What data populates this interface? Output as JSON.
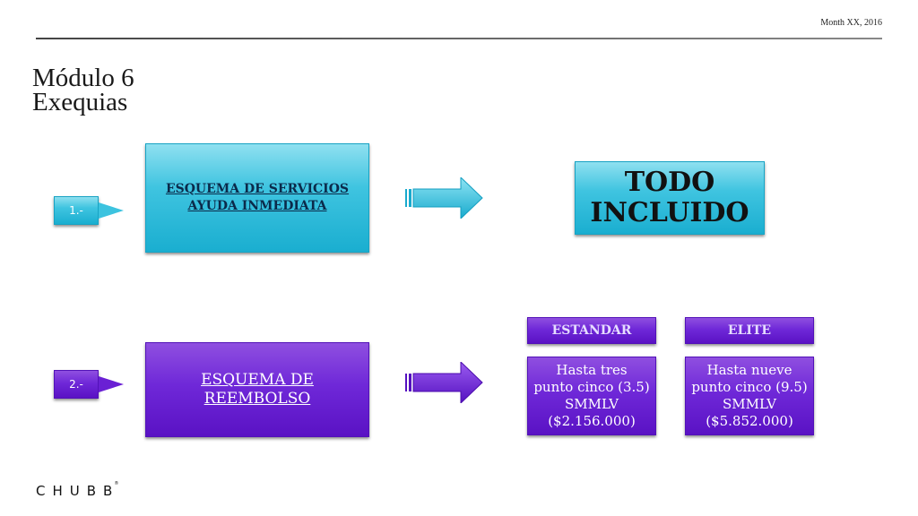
{
  "header": {
    "date": "Month XX, 2016"
  },
  "title": {
    "line1": "Módulo 6",
    "line2": "Exequias"
  },
  "rows": [
    {
      "number": "1.-",
      "scheme": "ESQUEMA DE SERVICIOS\nAYUDA INMEDIATA",
      "result": "TODO\nINCLUIDO",
      "color": "#2fbcdc"
    },
    {
      "number": "2.-",
      "scheme": "ESQUEMA DE \nREEMBOLSO",
      "color": "#6a20d4"
    }
  ],
  "plans": [
    {
      "label": "ESTANDAR",
      "value": "Hasta tres\npunto cinco (3.5)\nSMMLV\n($2.156.000)"
    },
    {
      "label": "ELITE",
      "value": "Hasta nueve\npunto cinco (9.5)\nSMMLV\n($5.852.000)"
    }
  ],
  "brand": {
    "logo_text": "CHUBB",
    "mark": "®"
  }
}
